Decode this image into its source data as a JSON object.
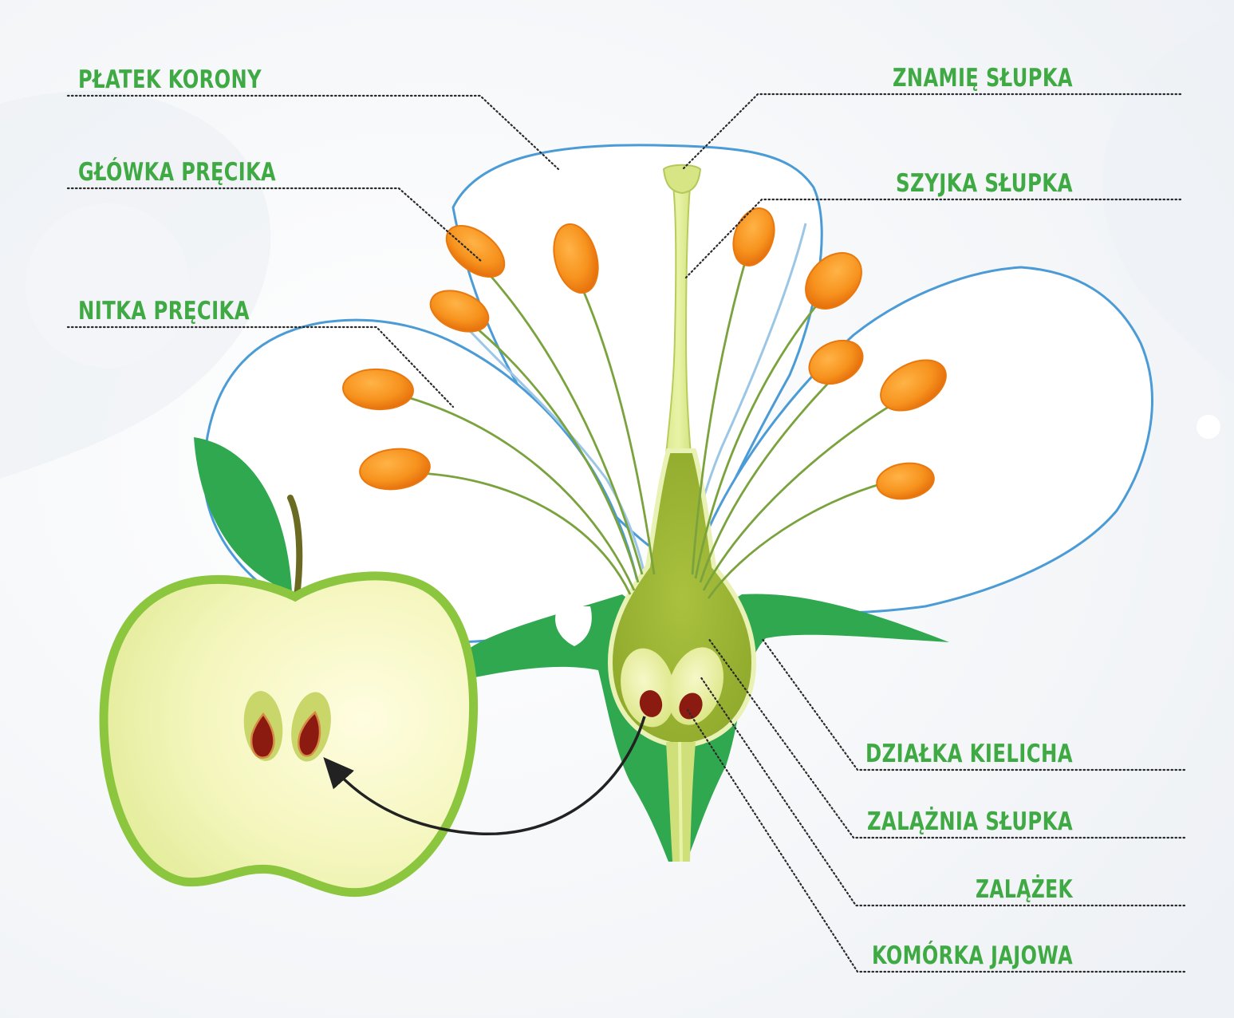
{
  "labels": {
    "petal": "PŁATEK KORONY",
    "anther": "GŁÓWKA PRĘCIKA",
    "filament": "NITKA PRĘCIKA",
    "stigma": "ZNAMIĘ SŁUPKA",
    "style": "SZYJKA SŁUPKA",
    "sepal": "DZIAŁKA KIELICHA",
    "ovary": "ZALĄŻNIA SŁUPKA",
    "ovule": "ZALĄŻEK",
    "egg_cell": "KOMÓRKA JAJOWA"
  },
  "colors": {
    "label_green": "#3faa43",
    "anther_orange": "#f7931e",
    "sepal_green": "#2fa84f",
    "petal_outline": "#4b9bd6",
    "apple_flesh": "#f3f5b8",
    "apple_skin": "#8cc63f",
    "seed_brown": "#8b1a10"
  }
}
